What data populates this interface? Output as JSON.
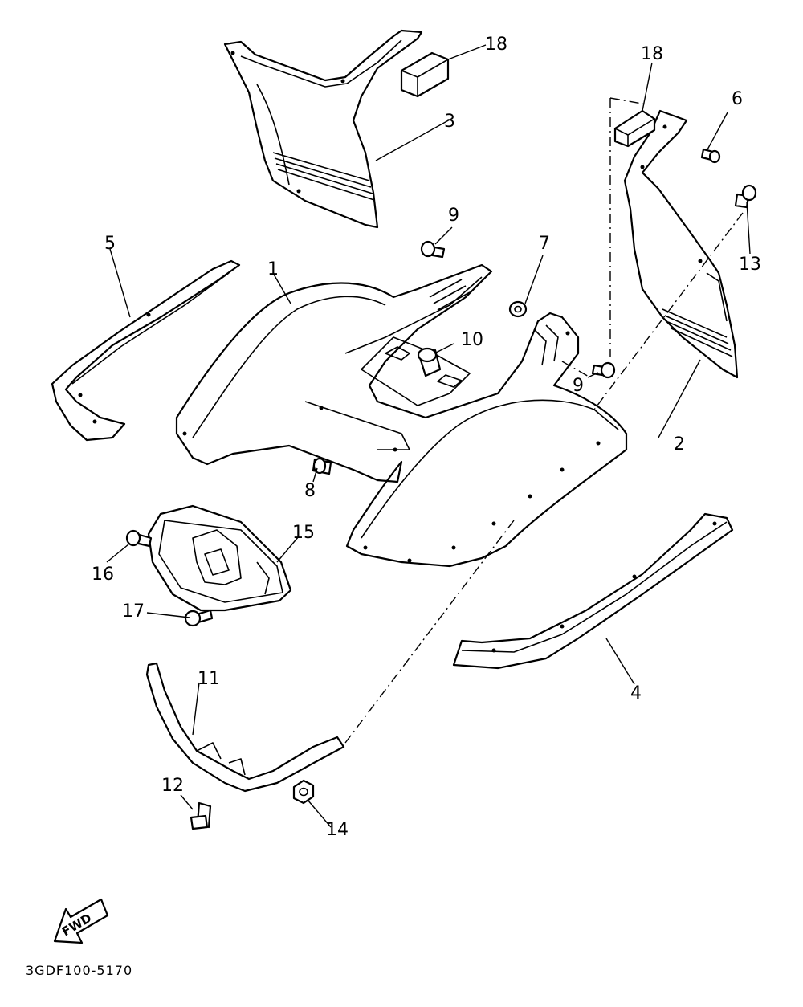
{
  "diagram_code": "3GDF100-5170",
  "fwd_label": "FWD",
  "callouts": {
    "c1": "1",
    "c2": "2",
    "c3": "3",
    "c4": "4",
    "c5": "5",
    "c6": "6",
    "c7": "7",
    "c8": "8",
    "c9a": "9",
    "c9b": "9",
    "c10": "10",
    "c11": "11",
    "c12": "12",
    "c13": "13",
    "c14": "14",
    "c15": "15",
    "c16": "16",
    "c17": "17",
    "c18a": "18",
    "c18b": "18"
  }
}
